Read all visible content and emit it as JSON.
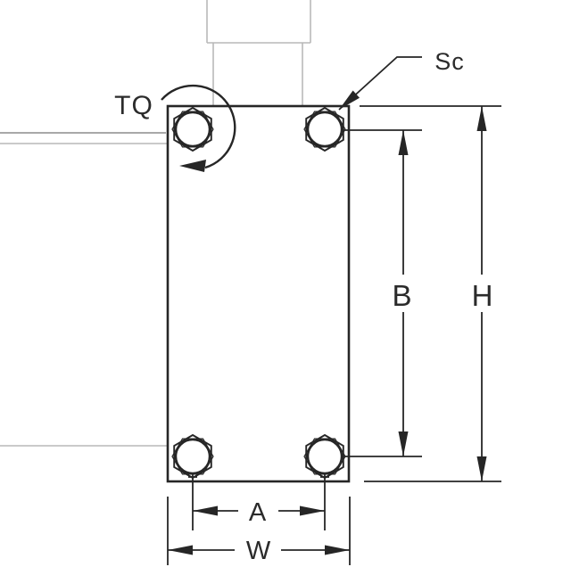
{
  "drawing": {
    "labels": {
      "torque": "TQ",
      "screw": "Sc",
      "bolt_spacing_width": "A",
      "bolt_spacing_height": "B",
      "overall_height": "H",
      "overall_width": "W"
    },
    "colors": {
      "line": "#262626",
      "label_text": "#2b2b2b",
      "faded_line": "#b9b9b9",
      "faded_line_dark": "#8c8c8c",
      "background": "#ffffff"
    }
  }
}
